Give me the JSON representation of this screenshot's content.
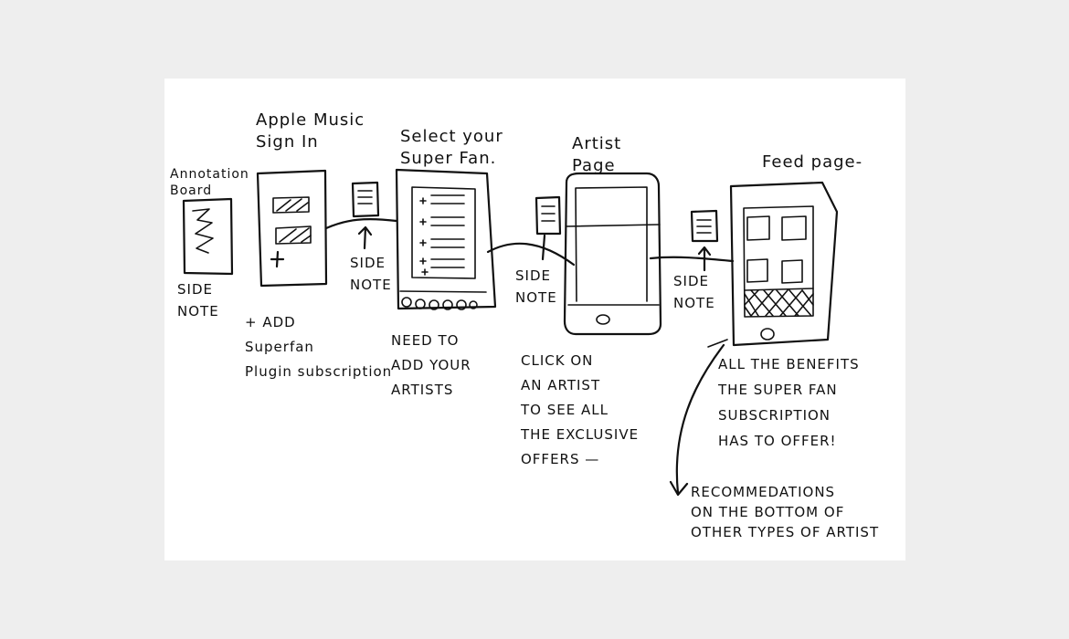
{
  "sketch": {
    "title_apple_music": "Apple Music\nSign In",
    "title_select_super_fan": "Select your\nSuper Fan.",
    "title_artist_page": "Artist\nPage",
    "title_feed_page": "Feed page-",
    "annotation_board": "Annotation\nBoard",
    "side_note_1": "SIDE\nNOTE",
    "side_note_2": "SIDE\nNOTE",
    "side_note_3": "SIDE\nNOTE",
    "side_note_4": "SIDE\nNOTE",
    "plus_add_note": "+ ADD\nSuperfan\nPlugin subscription",
    "need_to_add_note": "NEED TO\nADD YOUR\nARTISTS",
    "click_artist_note": "CLICK ON\nAN ARTIST\nTO SEE ALL\nTHE EXCLUSIVE\nOFFERS —",
    "benefits_note": "ALL THE BENEFITS\nTHE SUPER FAN\nSUBSCRIPTION\nHAS TO OFFER!",
    "recommendations_note": "RECOMMEDATIONS\nON THE BOTTOM OF\nOTHER TYPES OF ARTIST"
  }
}
